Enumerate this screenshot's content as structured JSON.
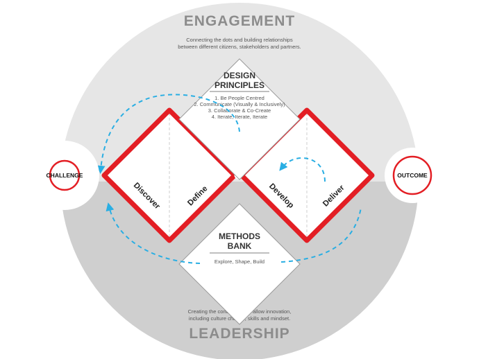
{
  "engagement": {
    "title": "ENGAGEMENT",
    "desc_line1": "Connecting the dots and building relationships",
    "desc_line2": "between different citizens, stakeholders and partners."
  },
  "leadership": {
    "title": "LEADERSHIP",
    "desc_line1": "Creating the conditions that allow innovation,",
    "desc_line2": "including culture change, skills and mindset."
  },
  "design_principles": {
    "title_line1": "DESIGN",
    "title_line2": "PRINCIPLES",
    "items": [
      "1. Be People Centred",
      "2. Communicate (Visually & Inclusively)",
      "3. Collaborate & Co-Create",
      "4. Iterate, Iterate, Iterate"
    ]
  },
  "methods_bank": {
    "title_line1": "METHODS",
    "title_line2": "BANK",
    "subtitle": "Explore, Shape, Build"
  },
  "phases": {
    "discover": "Discover",
    "define": "Define",
    "develop": "Develop",
    "deliver": "Deliver"
  },
  "endpoints": {
    "challenge": "CHALLENGE",
    "outcome": "OUTCOME"
  },
  "colors": {
    "red": "#e31e24",
    "blue": "#29aee3",
    "grey_top": "#e6e6e6",
    "grey_bottom": "#cfcfcf",
    "title_grey": "#8c8c8c"
  }
}
